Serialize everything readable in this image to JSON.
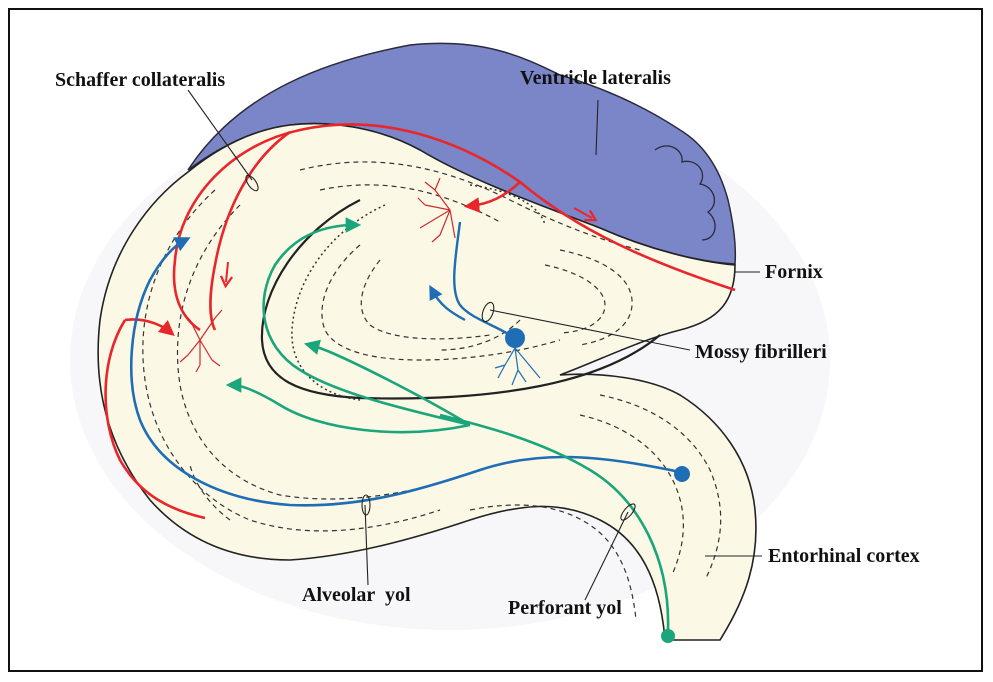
{
  "labels": {
    "schaffer": "Schaffer collateralis",
    "ventricle": "Ventricle lateralis",
    "fornix": "Fornix",
    "mossy": "Mossy fibrilleri",
    "entorhinal": "Entorhinal cortex",
    "alveolar": "Alveolar  yol",
    "perforant": "Perforant yol"
  },
  "colors": {
    "ventricle": "#7b86c9",
    "tissue": "#fbf9e6",
    "red_pathway": "#e8262b",
    "blue_pathway": "#1f6db5",
    "green_pathway": "#1aa57a",
    "outline": "#222222"
  }
}
